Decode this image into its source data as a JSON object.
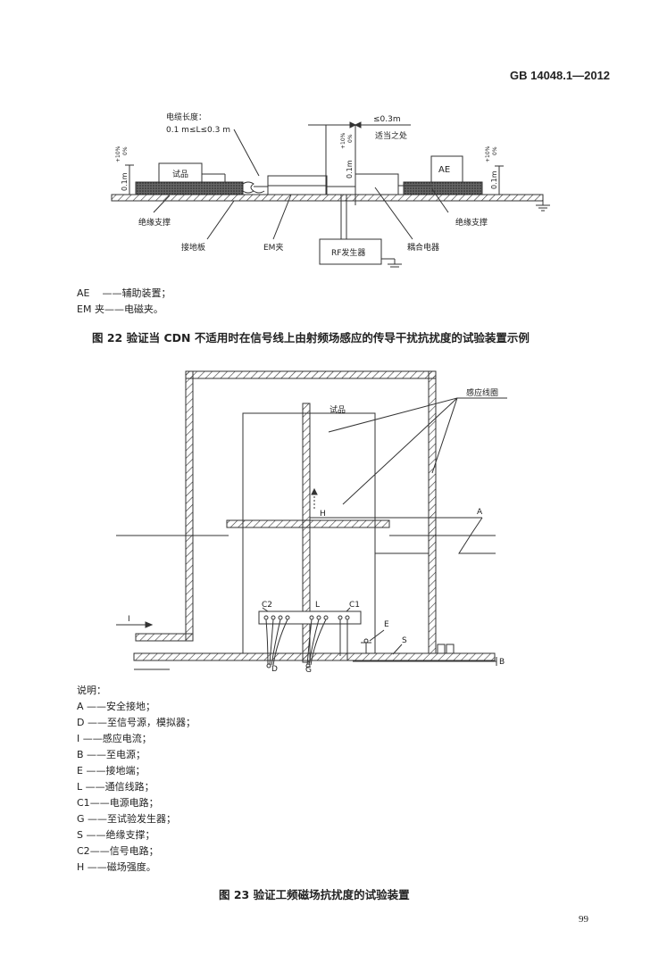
{
  "header": {
    "standard": "GB 14048.1—2012"
  },
  "fig22": {
    "cable_length_label": "电缆长度：",
    "cable_length_range": "0.1 m≤L≤0.3 m",
    "le_03m": "≤0.3m",
    "suitable": "适当之处",
    "height_left": "0.1m",
    "tol": "+10%",
    "tol0": "0%",
    "height_mid": "0.1m",
    "height_right": "0.1m",
    "eut": "试品",
    "ae": "AE",
    "insul_left": "绝缘支撑",
    "insul_right": "绝缘支撑",
    "ground_plate": "接地板",
    "em_clamp": "EM夹",
    "coupler": "耦合电器",
    "rf_gen": "RF发生器",
    "legend": [
      {
        "key": "AE",
        "text": "——辅助装置；"
      },
      {
        "key": "EM 夹",
        "text": "——电磁夹。"
      }
    ],
    "caption": "图 22   验证当 CDN 不适用时在信号线上由射频场感应的传导干扰抗扰度的试验装置示例"
  },
  "fig23": {
    "eut": "试品",
    "coil": "感应线圈",
    "A": "A",
    "H": "H",
    "I": "I",
    "L": "L",
    "C1": "C1",
    "C2": "C2",
    "E": "E",
    "S": "S",
    "D": "D",
    "G": "G",
    "B": "B",
    "legend_title": "说明：",
    "legend": [
      {
        "key": "A",
        "text": "——安全接地；"
      },
      {
        "key": "D",
        "text": "——至信号源，模拟器；"
      },
      {
        "key": "I",
        "text": "——感应电流；"
      },
      {
        "key": "B",
        "text": "——至电源；"
      },
      {
        "key": "E",
        "text": "——接地端；"
      },
      {
        "key": "L",
        "text": "——通信线路；"
      },
      {
        "key": "C1",
        "text": "——电源电路；"
      },
      {
        "key": "G",
        "text": "——至试验发生器；"
      },
      {
        "key": "S",
        "text": "——绝缘支撑；"
      },
      {
        "key": "C2",
        "text": "——信号电路；"
      },
      {
        "key": "H",
        "text": "——磁场强度。"
      }
    ],
    "caption": "图 23   验证工频磁场抗扰度的试验装置"
  },
  "footer": {
    "page": "99"
  }
}
